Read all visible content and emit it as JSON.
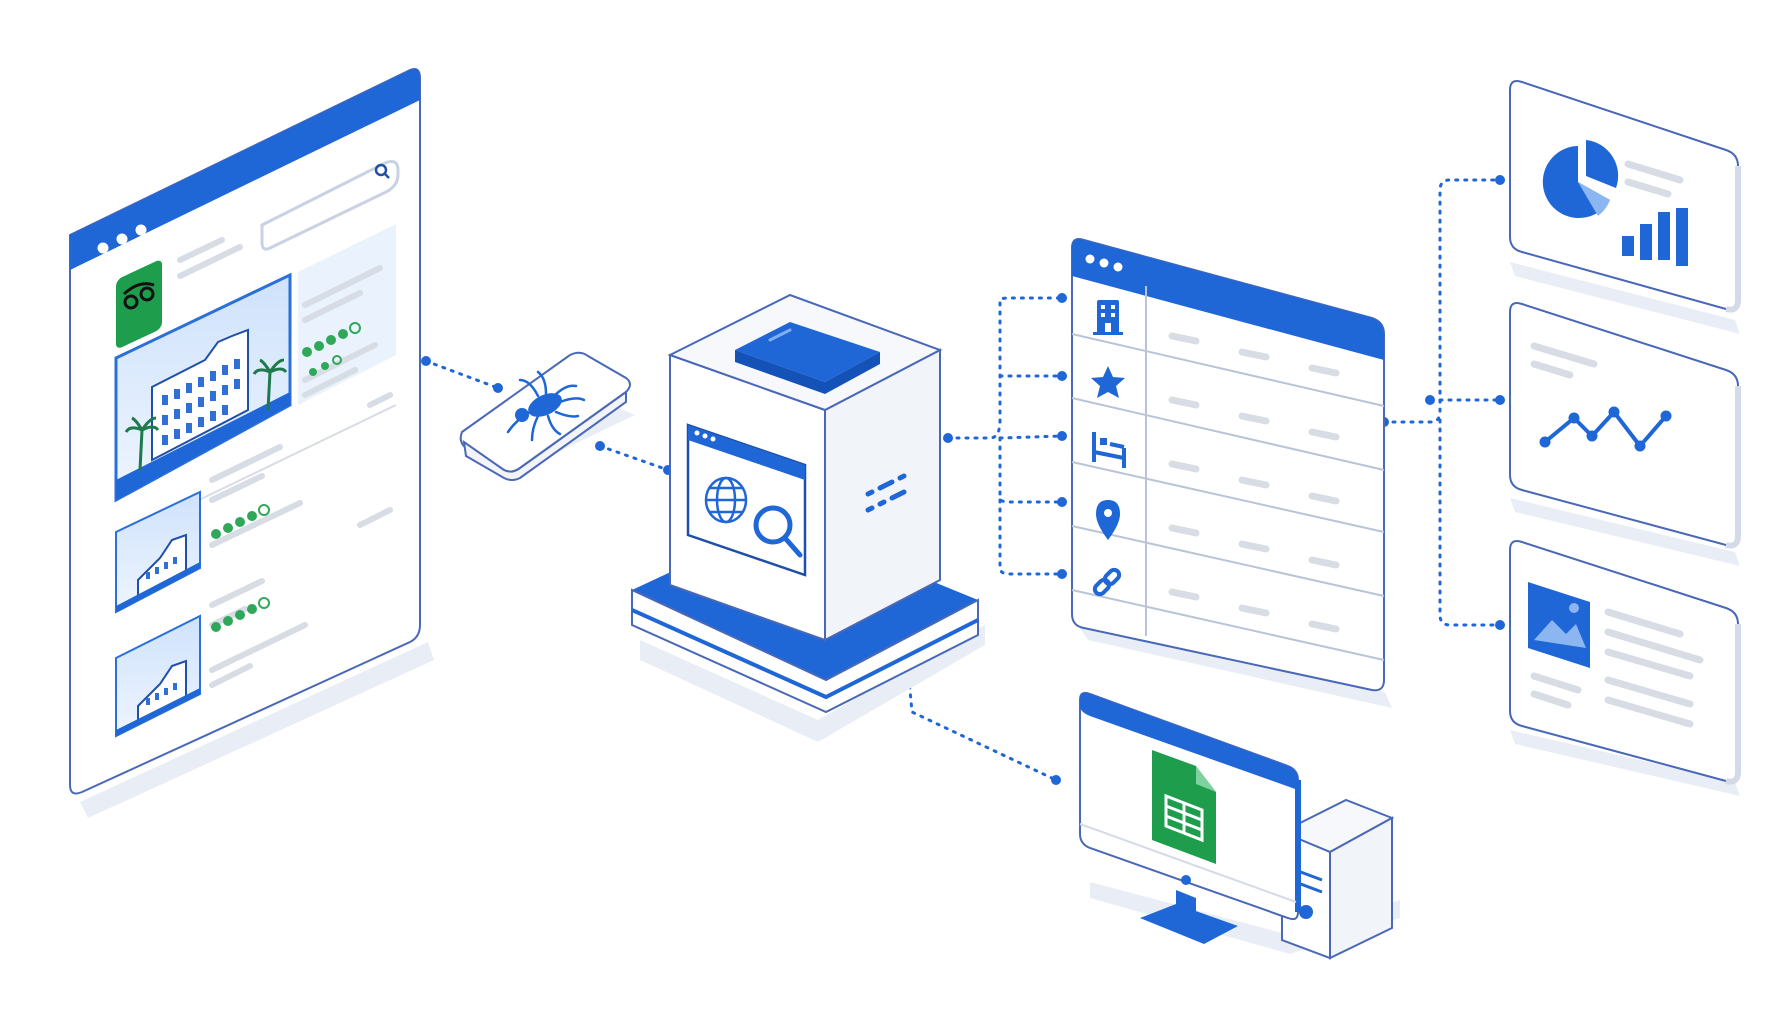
{
  "colors": {
    "primary": "#1f66d6",
    "primary_light": "#4f8fe8",
    "outline": "#4a68b8",
    "panel": "#ffffff",
    "shadow": "#e8edf5",
    "placeholder": "#d7dce5",
    "green": "#2fa85a",
    "sheets_green": "#1e9e4d",
    "connector": "#1f66d6"
  },
  "icons": {
    "browser_logo": "owl-logo-icon",
    "browser_search": "search-icon",
    "scraper": "spider-icon",
    "server_screen": "globe-search-icon",
    "table_rows": [
      "hotel-icon",
      "star-icon",
      "bed-icon",
      "location-pin-icon",
      "link-icon"
    ],
    "outputs": [
      "pie-bar-chart-icon",
      "line-chart-icon",
      "image-card-icon"
    ],
    "export": "spreadsheet-icon"
  },
  "hotel_listing": {
    "featured_rating": 4,
    "item_ratings": [
      4,
      4
    ]
  }
}
